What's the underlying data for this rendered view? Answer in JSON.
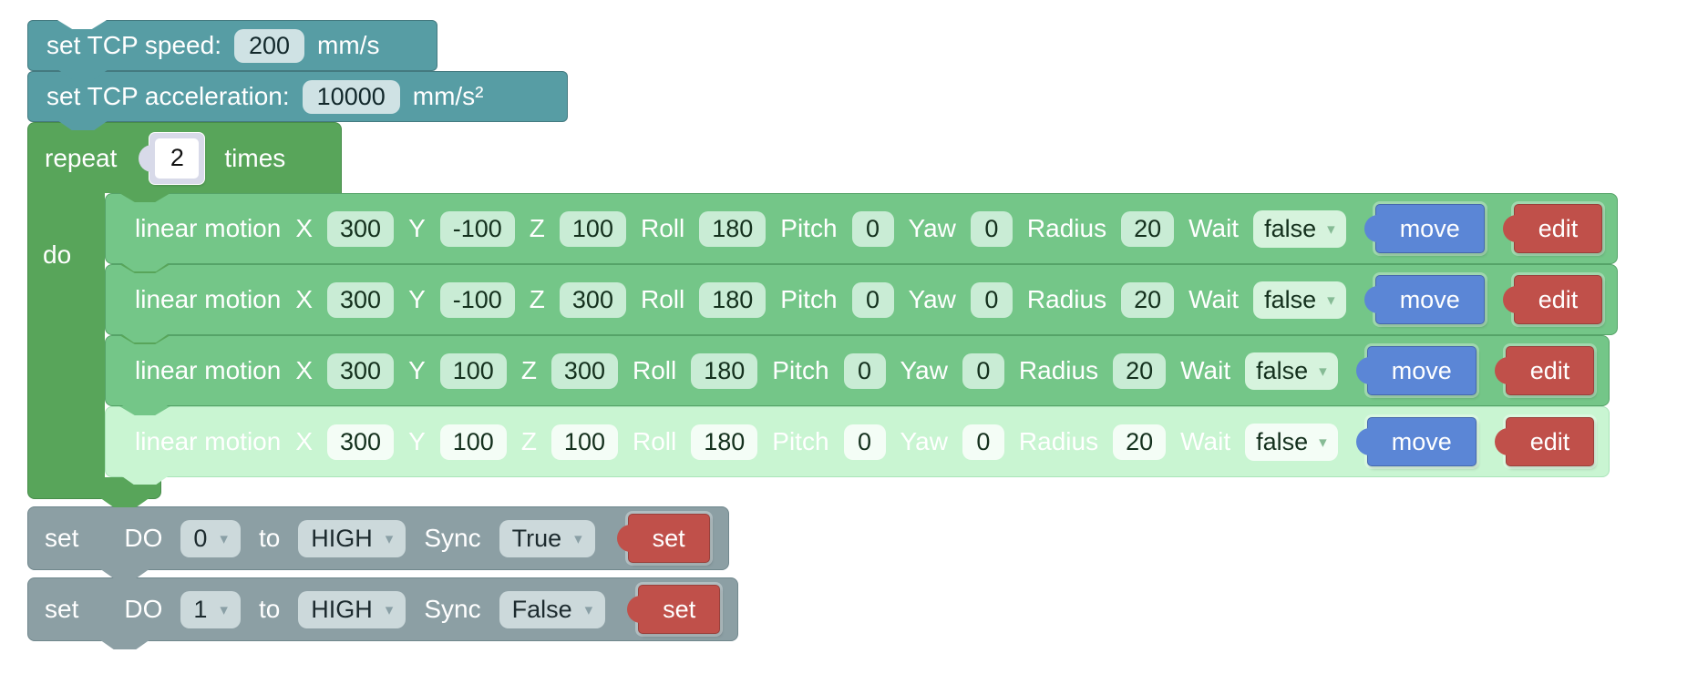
{
  "tcp_speed": {
    "label": "set TCP speed:",
    "value": "200",
    "unit": "mm/s"
  },
  "tcp_accel": {
    "label": "set TCP acceleration:",
    "value": "10000",
    "unit": "mm/s²"
  },
  "repeat_block": {
    "label": "repeat",
    "count": "2",
    "suffix": "times",
    "do_label": "do"
  },
  "motion_labels": {
    "name": "linear motion",
    "x": "X",
    "y": "Y",
    "z": "Z",
    "roll": "Roll",
    "pitch": "Pitch",
    "yaw": "Yaw",
    "radius": "Radius",
    "wait": "Wait",
    "move": "move",
    "edit": "edit"
  },
  "motions": [
    {
      "x": "300",
      "y": "-100",
      "z": "100",
      "roll": "180",
      "pitch": "0",
      "yaw": "0",
      "radius": "20",
      "wait": "false",
      "highlighted": false
    },
    {
      "x": "300",
      "y": "-100",
      "z": "300",
      "roll": "180",
      "pitch": "0",
      "yaw": "0",
      "radius": "20",
      "wait": "false",
      "highlighted": false
    },
    {
      "x": "300",
      "y": "100",
      "z": "300",
      "roll": "180",
      "pitch": "0",
      "yaw": "0",
      "radius": "20",
      "wait": "false",
      "highlighted": false
    },
    {
      "x": "300",
      "y": "100",
      "z": "100",
      "roll": "180",
      "pitch": "0",
      "yaw": "0",
      "radius": "20",
      "wait": "false",
      "highlighted": true
    }
  ],
  "do_labels": {
    "set": "set",
    "do": "DO",
    "to": "to",
    "sync": "Sync",
    "button": "set"
  },
  "do_blocks": [
    {
      "port": "0",
      "level": "HIGH",
      "sync": "True"
    },
    {
      "port": "1",
      "level": "HIGH",
      "sync": "False"
    }
  ],
  "icons": {
    "dropdown_arrow": "▾"
  },
  "colors": {
    "teal": "#579da4",
    "repeat_green": "#58a55a",
    "row_green": "#74c688",
    "row_highlight": "#c9f5d2",
    "do_gray": "#8c9fa4",
    "move_blue": "#5b86d6",
    "edit_red": "#c0504a",
    "shadow_input": "#d8dae9"
  }
}
